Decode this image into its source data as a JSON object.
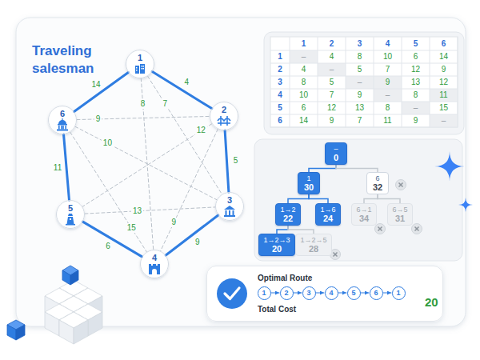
{
  "diagram": {
    "title": "Traveling salesman",
    "nodes": [
      {
        "text": [
          "1"
        ]
      },
      {
        "text": [
          "2"
        ]
      },
      {
        "text": [
          "3"
        ]
      },
      {
        "text": [
          "4"
        ]
      },
      {
        "text": [
          "5"
        ]
      },
      {
        "text": [
          "6"
        ]
      },
      {
        "text": [
          "–",
          "0"
        ]
      },
      {
        "text": [
          "1",
          "30"
        ]
      },
      {
        "text": [
          "6",
          "32"
        ]
      },
      {
        "text": [
          "1→2",
          "22"
        ]
      },
      {
        "text": [
          "1→6",
          "24"
        ]
      },
      {
        "text": [
          "6→1",
          "34"
        ]
      },
      {
        "text": [
          "6→5",
          "31"
        ]
      },
      {
        "text": [
          "1→2→3",
          "20"
        ]
      },
      {
        "text": [
          "1→2→5",
          "28"
        ]
      },
      {
        "text": [
          "Optimal Route",
          "Total Cost",
          "20"
        ]
      },
      {
        "text": [
          "1"
        ],
        "in": 15
      },
      {
        "text": [
          "2"
        ],
        "in": 15
      },
      {
        "text": [
          "3"
        ],
        "in": 15
      },
      {
        "text": [
          "4"
        ],
        "in": 15
      },
      {
        "text": [
          "5"
        ],
        "in": 15
      },
      {
        "text": [
          "6"
        ],
        "in": 15
      },
      {
        "text": [
          "1"
        ],
        "in": 15
      }
    ],
    "edges": [
      {
        "from": 0,
        "to": 1,
        "label": "4",
        "arrow": "none"
      },
      {
        "from": 1,
        "to": 2,
        "label": "5",
        "arrow": "none"
      },
      {
        "from": 2,
        "to": 3,
        "label": "9",
        "arrow": "none"
      },
      {
        "from": 3,
        "to": 4,
        "label": "6",
        "arrow": "none"
      },
      {
        "from": 4,
        "to": 5,
        "label": "11",
        "arrow": "none"
      },
      {
        "from": 5,
        "to": 0,
        "label": "14",
        "arrow": "none"
      },
      {
        "from": 0,
        "to": 3,
        "label": "8",
        "arrow": "none"
      },
      {
        "from": 0,
        "to": 2,
        "label": "7",
        "arrow": "none"
      },
      {
        "from": 5,
        "to": 1,
        "label": "9",
        "arrow": "none"
      },
      {
        "from": 5,
        "to": 2,
        "label": "10",
        "arrow": "none"
      },
      {
        "from": 1,
        "to": 4,
        "label": "12",
        "arrow": "none"
      },
      {
        "from": 4,
        "to": 2,
        "label": "13",
        "arrow": "none"
      },
      {
        "from": 1,
        "to": 3,
        "label": "9",
        "arrow": "none"
      },
      {
        "from": 5,
        "to": 3,
        "label": "15",
        "arrow": "none"
      },
      {
        "from": 6,
        "to": 7,
        "arrow": "none"
      },
      {
        "from": 6,
        "to": 8,
        "arrow": "none"
      },
      {
        "from": 7,
        "to": 9,
        "arrow": "none"
      },
      {
        "from": 7,
        "to": 10,
        "arrow": "none"
      },
      {
        "from": 8,
        "to": 11,
        "arrow": "none"
      },
      {
        "from": 8,
        "to": 12,
        "arrow": "none"
      },
      {
        "from": 9,
        "to": 13,
        "arrow": "none"
      },
      {
        "from": 9,
        "to": 14,
        "arrow": "none"
      },
      {
        "from": 16,
        "to": 17,
        "arrow": "to"
      },
      {
        "from": 17,
        "to": 18,
        "arrow": "to"
      },
      {
        "from": 18,
        "to": 19,
        "arrow": "to"
      },
      {
        "from": 19,
        "to": 20,
        "arrow": "to"
      },
      {
        "from": 20,
        "to": 21,
        "arrow": "to"
      },
      {
        "from": 21,
        "to": 22,
        "arrow": "to"
      }
    ],
    "labels": [
      "1",
      "2",
      "3",
      "4",
      "5",
      "6",
      "1",
      "–",
      "4",
      "8",
      "10",
      "6",
      "14",
      "2",
      "4",
      "–",
      "5",
      "7",
      "12",
      "9",
      "3",
      "8",
      "5",
      "–",
      "9",
      "13",
      "12",
      "4",
      "10",
      "7",
      "9",
      "–",
      "8",
      "11",
      "5",
      "6",
      "12",
      "13",
      "8",
      "–",
      "15",
      "6",
      "14",
      "9",
      "7",
      "11",
      "9",
      "–"
    ]
  }
}
